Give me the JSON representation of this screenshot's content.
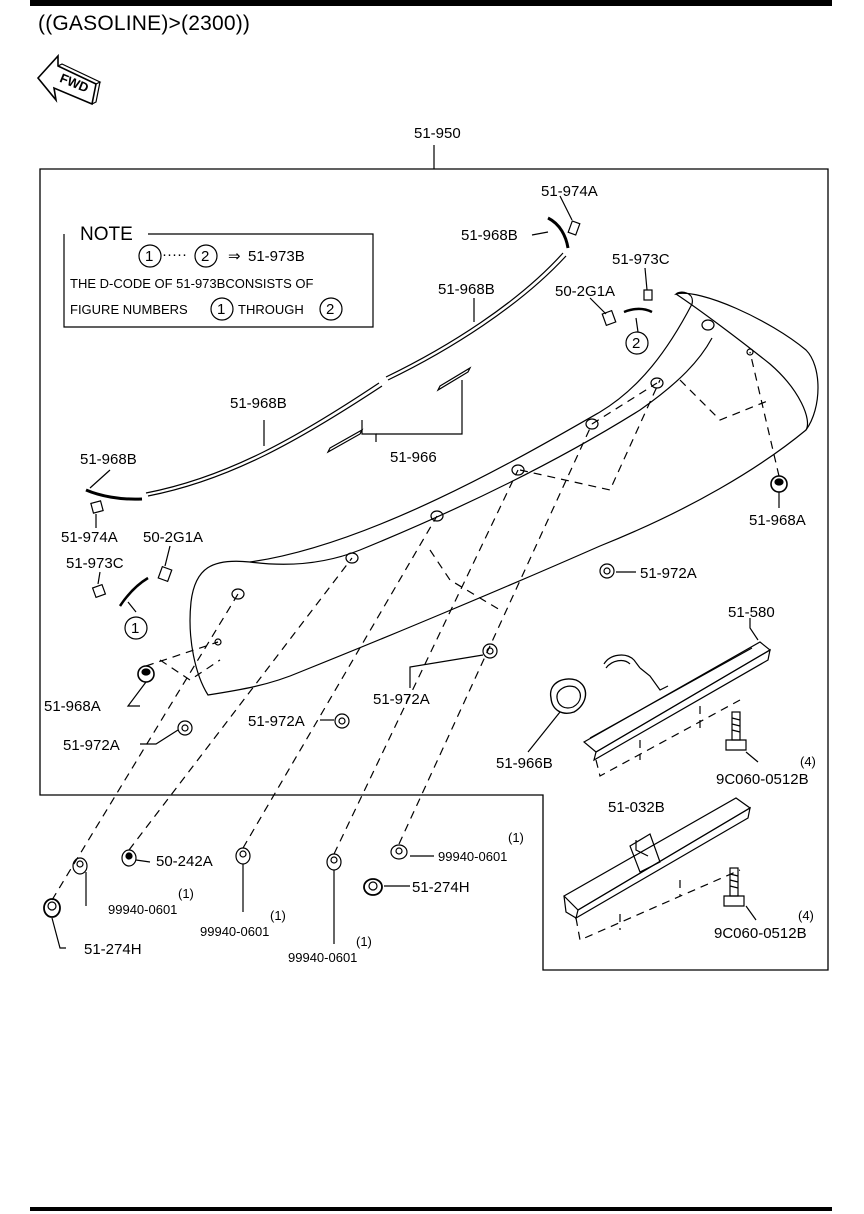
{
  "header": {
    "title": "((GASOLINE)>(2300))"
  },
  "fwd_label": "FWD",
  "assembly_label": "51-950",
  "note": {
    "heading": "NOTE",
    "range_from": "1",
    "range_dots": "·····",
    "range_to": "2",
    "arrow": "⇒",
    "range_part": "51-973B",
    "line2": "THE D-CODE OF 51-973BCONSISTS OF",
    "line3_a": "FIGURE NUMBERS",
    "line3_num1": "1",
    "line3_b": "THROUGH",
    "line3_num2": "2"
  },
  "callouts": {
    "p51_974A_top": "51-974A",
    "p51_968B_a": "51-968B",
    "p51_973C_top": "51-973C",
    "p50_2G1A_top": "50-2G1A",
    "p51_968B_b": "51-968B",
    "fig2": "2",
    "p51_968B_c": "51-968B",
    "p51_966": "51-966",
    "p51_968B_d": "51-968B",
    "p51_974A_left": "51-974A",
    "p50_2G1A_left": "50-2G1A",
    "p51_973C_left": "51-973C",
    "fig1": "1",
    "p51_968A_right": "51-968A",
    "p51_972A_r": "51-972A",
    "p51_580": "51-580",
    "p51_968A_left": "51-968A",
    "p51_972A_m": "51-972A",
    "p51_972A_c": "51-972A",
    "p51_972A_l": "51-972A",
    "p51_966B": "51-966B",
    "bolt_qty_1": "(4)",
    "bolt_part_1": "9C060-0512B",
    "p51_032B": "51-032B",
    "bolt_qty_2": "(4)",
    "bolt_part_2": "9C060-0512B",
    "p50_242A": "50-242A",
    "nut_a_qty": "(1)",
    "nut_a_part": "99940-0601",
    "p51_274H_left": "51-274H",
    "nut_b_qty": "(1)",
    "nut_b_part": "99940-0601",
    "nut_c_qty": "(1)",
    "nut_c_part": "99940-0601",
    "nut_d_qty": "(1)",
    "nut_d_part": "99940-0601",
    "p51_274H_right": "51-274H"
  }
}
